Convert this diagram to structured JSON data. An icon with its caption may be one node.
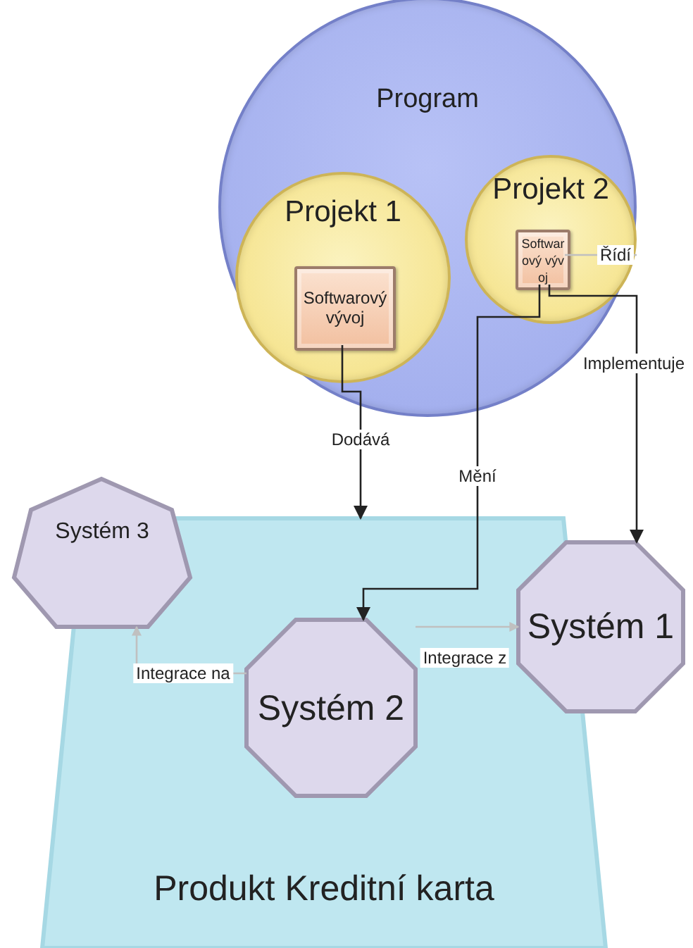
{
  "diagram": {
    "nodes": [
      {
        "text": [
          "Program"
        ]
      },
      {
        "text": [
          "Projekt 1"
        ],
        "in": 0
      },
      {
        "text": [
          "Softwarový vývoj"
        ],
        "in": 1
      },
      {
        "text": [
          "Projekt 2"
        ],
        "in": 0
      },
      {
        "text": [
          "Softwarový vývoj"
        ],
        "in": 3
      },
      {
        "text": [
          "Produkt Kreditní karta"
        ]
      },
      {
        "text": [
          "Systém 3"
        ]
      },
      {
        "text": [
          "Systém 2"
        ],
        "in": 5
      },
      {
        "text": [
          "Systém 1"
        ]
      }
    ],
    "edges": [
      {
        "from": 2,
        "to": 5,
        "arrow": "to",
        "label": "Dodává"
      },
      {
        "from": 4,
        "to": 7,
        "arrow": "to",
        "label": "Mění"
      },
      {
        "from": 4,
        "to": 8,
        "arrow": "to",
        "label": "Implementuje"
      },
      {
        "from": 4,
        "to": null,
        "arrow": "none",
        "label": "Řídí",
        "color": "#c0c0c0"
      },
      {
        "from": 7,
        "to": 6,
        "arrow": "to",
        "label": "Integrace na",
        "color": "#c0c0c0"
      },
      {
        "from": 7,
        "to": 8,
        "arrow": "to",
        "label": "Integrace z",
        "color": "#c0c0c0"
      }
    ]
  }
}
